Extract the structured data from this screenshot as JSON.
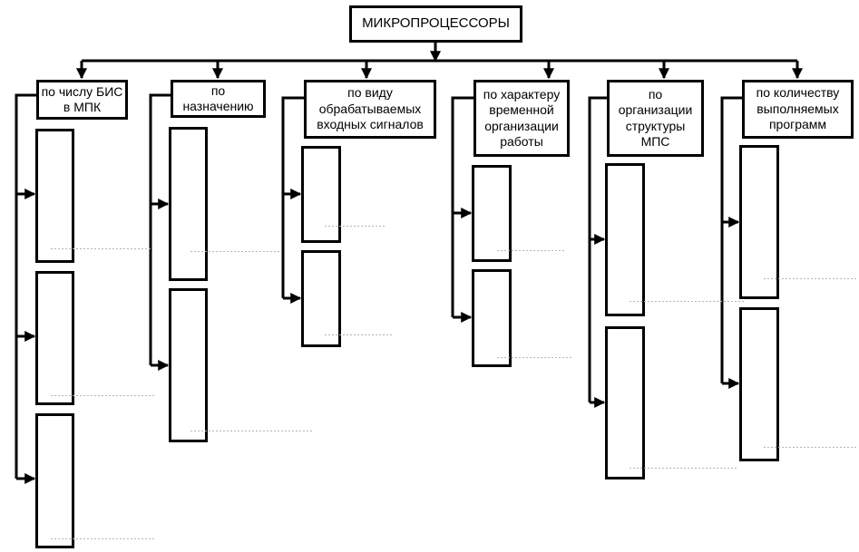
{
  "root": {
    "label": "МИКРОПРОЦЕССОРЫ"
  },
  "categories": [
    {
      "label": "по числу БИС в МПК",
      "sub_count": 3
    },
    {
      "label": "по назначению",
      "sub_count": 2
    },
    {
      "label": "по виду обрабатываемых входных сигналов",
      "sub_count": 2
    },
    {
      "label": "по характеру временной организации работы",
      "sub_count": 2
    },
    {
      "label": "по организации структуры МПС",
      "sub_count": 2
    },
    {
      "label": "по количеству выполняемых программ",
      "sub_count": 2
    }
  ],
  "colors": {
    "stroke": "#000000",
    "background": "#ffffff"
  }
}
